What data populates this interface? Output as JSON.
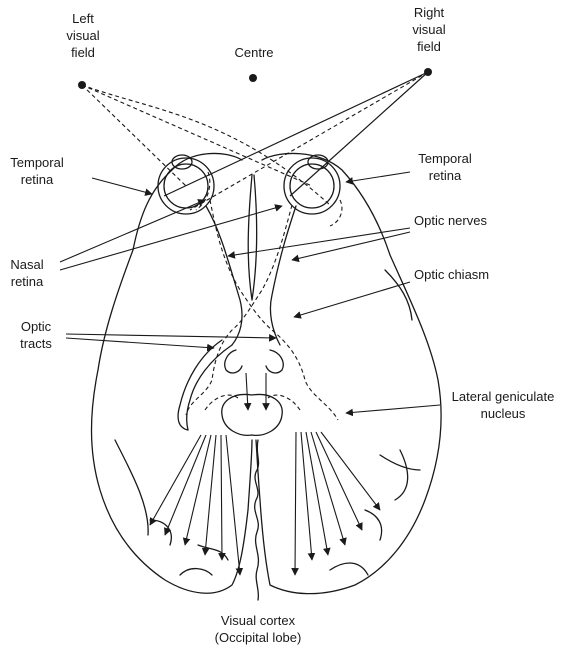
{
  "labels": {
    "left_visual_field": [
      "Left",
      "visual",
      "field"
    ],
    "right_visual_field": [
      "Right",
      "visual",
      "field"
    ],
    "centre": "Centre",
    "temporal_retina_left": [
      "Temporal",
      "retina"
    ],
    "temporal_retina_right": [
      "Temporal",
      "retina"
    ],
    "nasal_retina": [
      "Nasal",
      "retina"
    ],
    "optic_nerves": "Optic nerves",
    "optic_chiasm": "Optic chiasm",
    "optic_tracts": [
      "Optic",
      "tracts"
    ],
    "lateral_geniculate_nucleus": [
      "Lateral geniculate",
      "nucleus"
    ],
    "visual_cortex": [
      "Visual cortex",
      "(Occipital lobe)"
    ]
  },
  "colors": {
    "ink": "#1a1a1a",
    "background": "#ffffff"
  }
}
